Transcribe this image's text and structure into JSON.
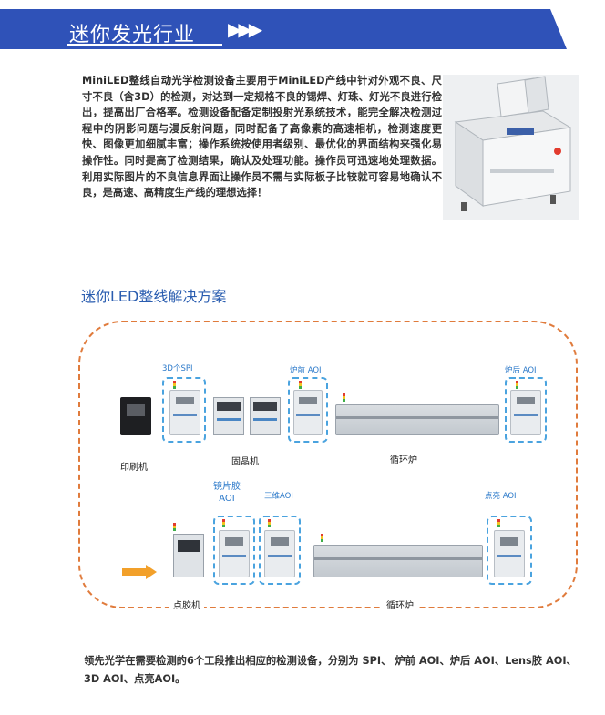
{
  "banner": {
    "title": "迷你发光行业",
    "chevrons": "▶▶▶",
    "color": "#2f52b8"
  },
  "intro": {
    "lead": "MiniLED整线自动光学检测设备",
    "part1": "主要用于",
    "product_line": "MiniLED产线中",
    "body": "针对外观不良、尺寸不良（含3D）的检测，对达到一定规格不良的锡焊、灯珠、灯光不良进行检出，提高出厂合格率。检测设备配备定制投射光系统技术，能完全解决检测过程中的阴影问题与漫反射问题，同时配备了高像素的高速相机，检测速度更快、图像更加细腻丰富；操作系统按使用者级别、最优化的界面结构来强化易操作性。同时提高了检测结果，确认及处理功能。操作员可迅速地处理数据。利用实际图片的不良信息界面让操作员不需与实际板子比较就可容易地确认不良，是高速、高精度生产线的理想选择！"
  },
  "section": {
    "subtitle": "迷你LED整线解决方案"
  },
  "diagram": {
    "row1": {
      "spi_label": "3D个SPI",
      "pre_aoi_label": "炉前 AOI",
      "post_aoi_label": "炉后 AOI",
      "printer_label": "印刷机",
      "mounter_label": "固晶机",
      "oven_label": "循环炉"
    },
    "row2": {
      "lens_aoi_label_1": "镜片胶",
      "lens_aoi_label_2": "AOI",
      "aoi3d_label": "三维AOI",
      "light_aoi_label": "点亮 AOI",
      "dispenser_label": "点胶机",
      "oven_label": "循环炉"
    },
    "colors": {
      "border": "#e07b3c",
      "aoi_box": "#4aa3df",
      "arrow": "#f2a02a"
    }
  },
  "footer": {
    "text": "领先光学在需要检测的6个工段推出相应的检测设备，分别为 SPI、 炉前 AOI、炉后 AOI、Lens胶 AOI、3D AOI、点亮AOI。"
  }
}
